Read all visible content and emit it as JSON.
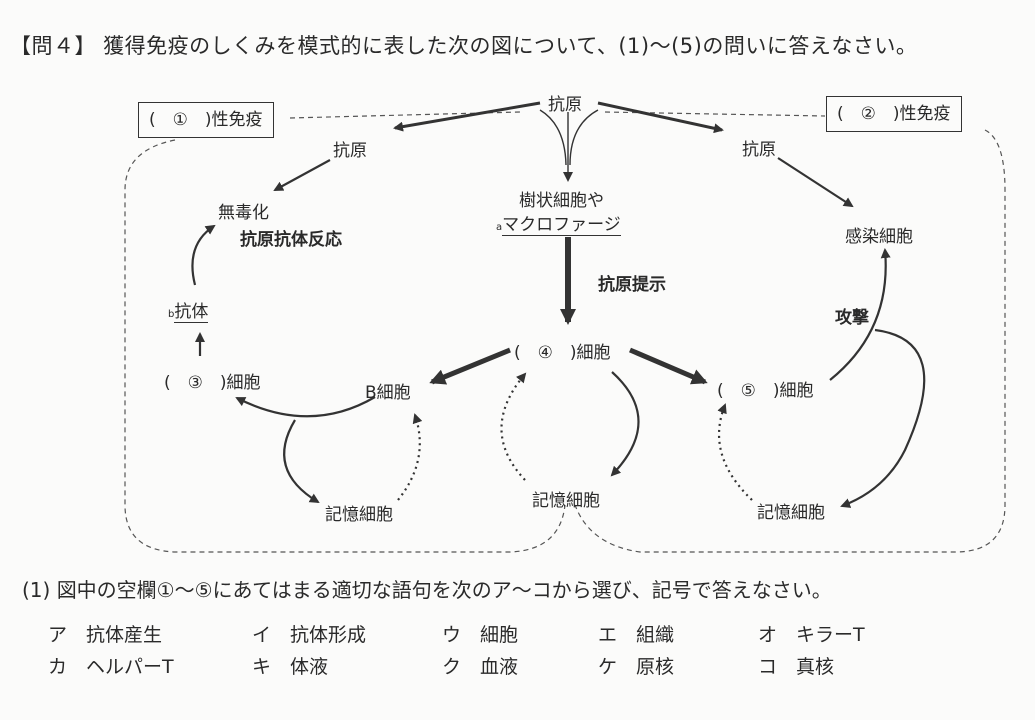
{
  "question_title": "【問４】 獲得免疫のしくみを模式的に表した次の図について、(1)～(5)の問いに答えなさい。",
  "diagram": {
    "box1": "(　①　)性免疫",
    "box2": "(　②　)性免疫",
    "antigen_top": "抗原",
    "antigen_left": "抗原",
    "antigen_right": "抗原",
    "dendritic": "樹状細胞や",
    "macrophage_prefix": "a",
    "macrophage": "マクロファージ",
    "antigen_presentation": "抗原提示",
    "neutralization": "無毒化",
    "antigen_antibody_reaction": "抗原抗体反応",
    "antibody_prefix": "b",
    "antibody": "抗体",
    "cell3": "(　③　)細胞",
    "b_cell": "B細胞",
    "cell4": "(　④　)細胞",
    "cell5": "(　⑤　)細胞",
    "infected_cell": "感染細胞",
    "attack": "攻撃",
    "memory_left": "記憶細胞",
    "memory_center": "記憶細胞",
    "memory_right": "記憶細胞"
  },
  "question1": "(1) 図中の空欄①～⑤にあてはまる適切な語句を次のア～コから選び、記号で答えなさい。",
  "choices": [
    {
      "mark": "ア",
      "text": "抗体産生"
    },
    {
      "mark": "イ",
      "text": "抗体形成"
    },
    {
      "mark": "ウ",
      "text": "細胞"
    },
    {
      "mark": "エ",
      "text": "組織"
    },
    {
      "mark": "オ",
      "text": "キラーT"
    },
    {
      "mark": "カ",
      "text": "ヘルパーT"
    },
    {
      "mark": "キ",
      "text": "体液"
    },
    {
      "mark": "ク",
      "text": "血液"
    },
    {
      "mark": "ケ",
      "text": "原核"
    },
    {
      "mark": "コ",
      "text": "真核"
    }
  ]
}
